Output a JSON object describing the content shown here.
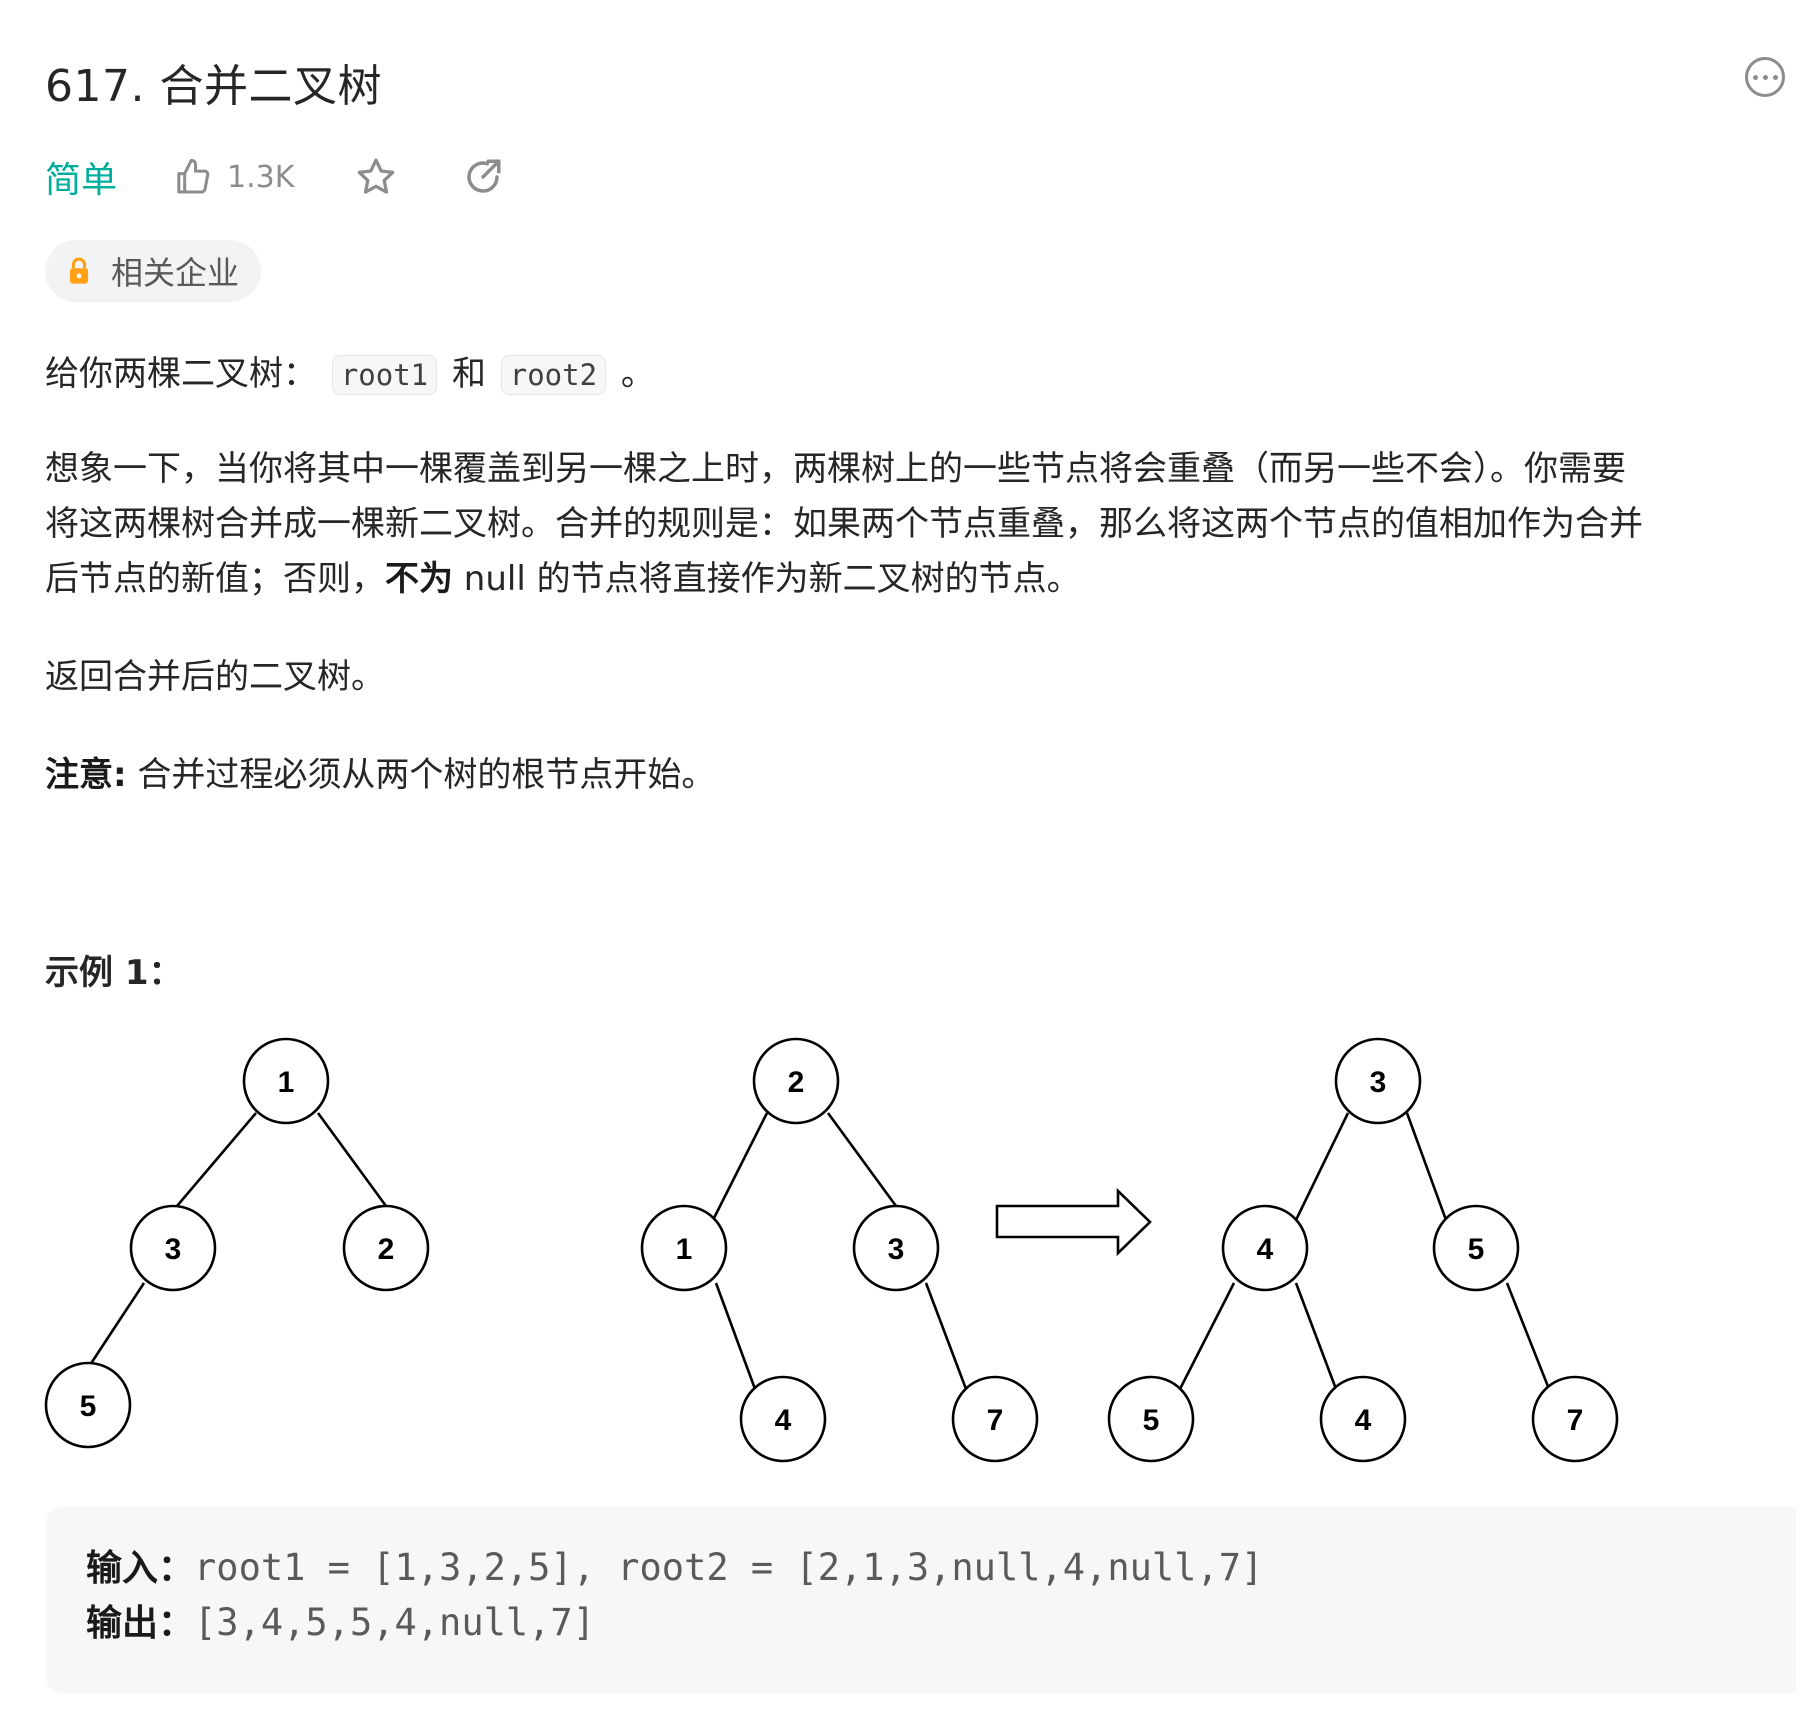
{
  "header": {
    "title": "617. 合并二叉树",
    "more_icon": "more-horizontal-circle-icon"
  },
  "meta": {
    "difficulty": "简单",
    "difficulty_color": "#00af9b",
    "likes": "1.3K",
    "like_icon": "thumbs-up-icon",
    "favorite_icon": "star-icon",
    "share_icon": "share-icon"
  },
  "tag": {
    "label": "相关企业",
    "icon": "lock-icon",
    "icon_color": "#ffa116"
  },
  "description": {
    "p1_prefix": "给你两棵二叉树：",
    "p1_code1": "root1",
    "p1_mid": "和",
    "p1_code2": "root2",
    "p1_suffix": "。",
    "p2_line1": "想象一下，当你将其中一棵覆盖到另一棵之上时，两棵树上的一些节点将会重叠（而另一些不会）。你需要",
    "p2_line2": "将这两棵树合并成一棵新二叉树。合并的规则是：如果两个节点重叠，那么将这两个节点的值相加作为合并",
    "p2_line3_prefix": "后节点的新值；否则，",
    "p2_line3_bold": "不为",
    "p2_line3_suffix": " null 的节点将直接作为新二叉树的节点。",
    "p3": "返回合并后的二叉树。",
    "note_label": "注意:",
    "note_text": " 合并过程必须从两个树的根节点开始。"
  },
  "example": {
    "title": "示例 1：",
    "trees": {
      "root1": {
        "nodes": [
          "1",
          "3",
          "2",
          "5"
        ]
      },
      "root2": {
        "nodes": [
          "2",
          "1",
          "3",
          "4",
          "7"
        ]
      },
      "merged": {
        "nodes": [
          "3",
          "4",
          "5",
          "5",
          "4",
          "7"
        ]
      }
    },
    "input_label": "输入：",
    "input_value": "root1 = [1,3,2,5], root2 = [2,1,3,null,4,null,7]",
    "output_label": "输出：",
    "output_value": "[3,4,5,5,4,null,7]"
  }
}
